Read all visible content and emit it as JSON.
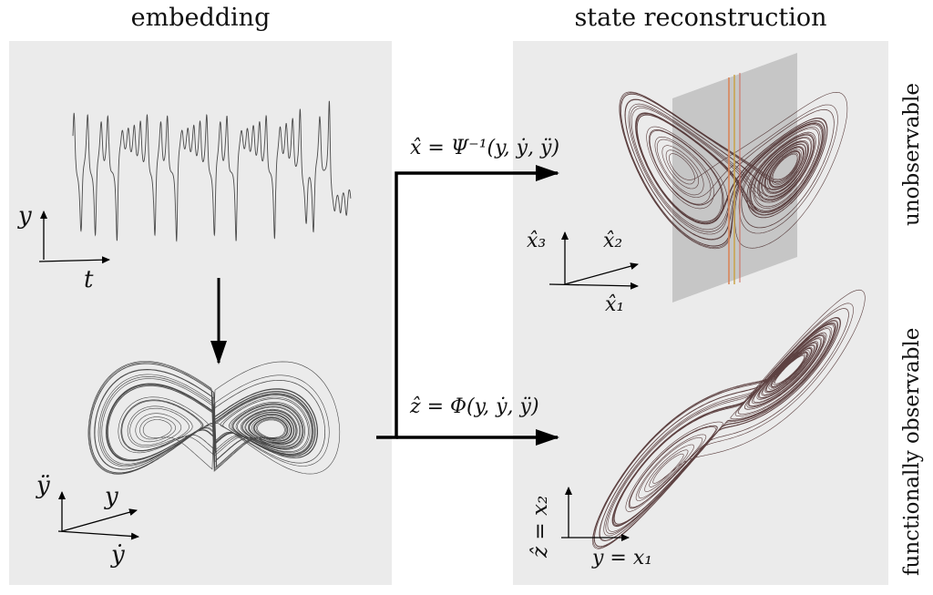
{
  "titles": {
    "left": "embedding",
    "right": "state reconstruction"
  },
  "side_labels": {
    "top": "unobservable",
    "bottom": "functionally observable"
  },
  "equations": {
    "top": "x̂ = Ψ⁻¹(y, ẏ, ÿ)",
    "bottom": "ẑ = Φ(y, ẏ, ÿ)"
  },
  "axes": {
    "timeseries": {
      "y": "y",
      "x": "t"
    },
    "embedding": {
      "vertical": "ÿ",
      "diag": "y",
      "horizontal": "ẏ"
    },
    "unobservable": {
      "vertical": "x̂₃",
      "diag": "x̂₂",
      "horizontal": "x̂₁"
    },
    "observable": {
      "vertical": "ẑ = x₂",
      "horizontal": "y = x₁"
    }
  },
  "colors": {
    "panel": "#ebebeb",
    "trajectory_left": "#222222",
    "trajectory_right": "#3a1616",
    "highlight": "#d9865a"
  }
}
